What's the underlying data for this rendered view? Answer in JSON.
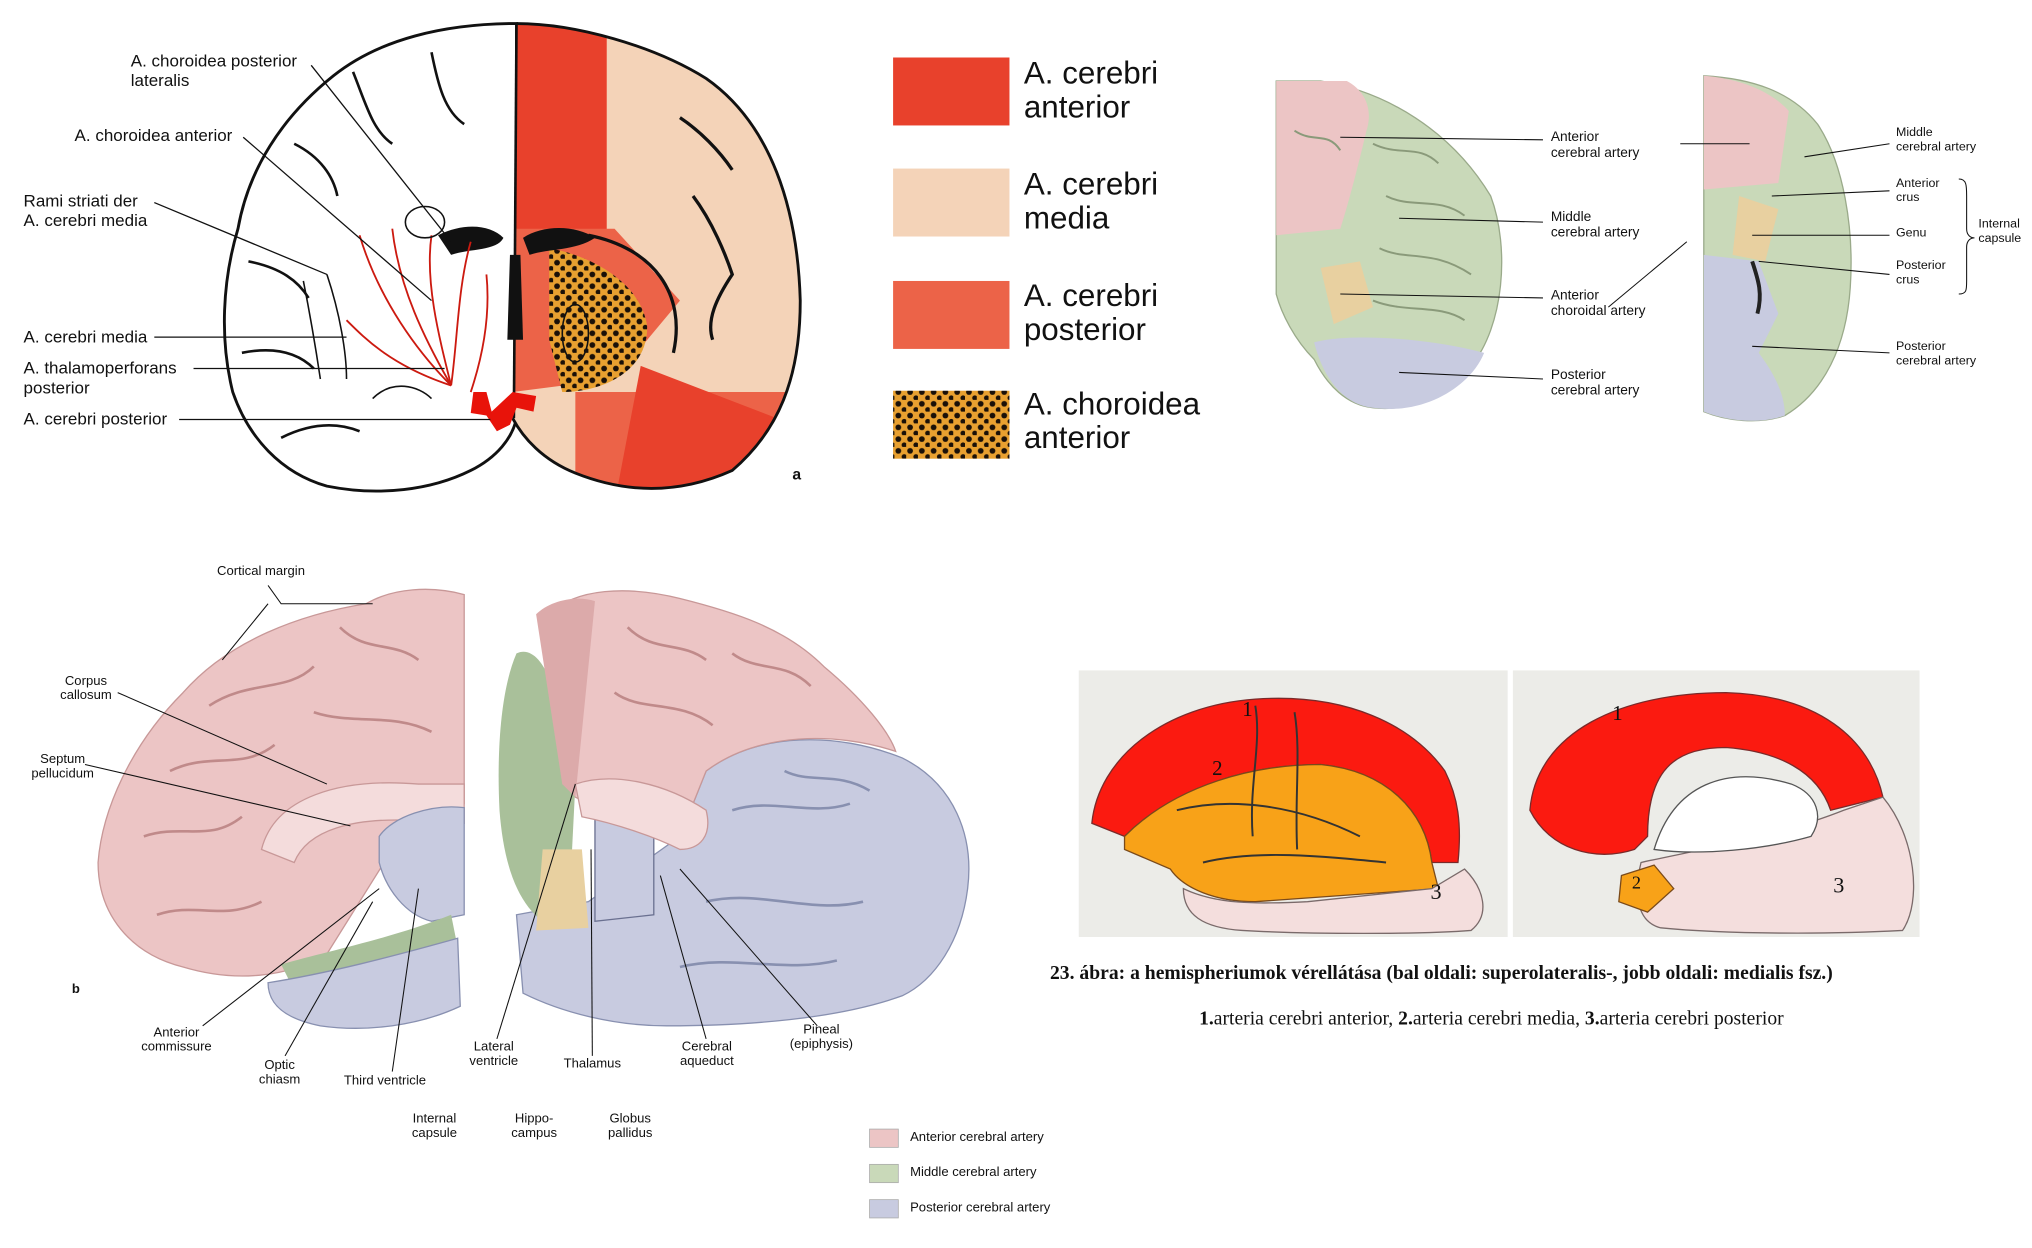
{
  "colors": {
    "anterior_red": "#e8412c",
    "media_beige": "#f4d3b8",
    "posterior_red": "#ec6348",
    "choroidea": "#e8a030",
    "aca_pink": "#ecc5c5",
    "mca_green": "#c9d9b9",
    "pca_lavender": "#c8cbe0",
    "drawing_red": "#fb0000",
    "drawing_orange": "#f8a218"
  },
  "panel_a": {
    "panel_letter": "a",
    "labels": {
      "choroidea_post_lat": "A. choroidea posterior\nlateralis",
      "choroidea_ant": "A. choroidea anterior",
      "rami_striati": "Rami striati der\nA. cerebri media",
      "cerebri_media": "A. cerebri media",
      "thalamoperforans": "A. thalamoperforans\nposterior",
      "cerebri_posterior": "A. cerebri posterior"
    }
  },
  "legend_a": [
    {
      "text": "A. cerebri\nanterior",
      "icon": "solid-red-swatch"
    },
    {
      "text": "A. cerebri\nmedia",
      "icon": "beige-swatch"
    },
    {
      "text": "A. cerebri\nposterior",
      "icon": "salmon-swatch"
    },
    {
      "text": "A. choroidea\nanterior",
      "icon": "dotted-swatch"
    }
  ],
  "panel_tr": {
    "labels": {
      "aca": "Anterior\ncerebral artery",
      "mca": "Middle\ncerebral artery",
      "achor": "Anterior\nchoroidal artery",
      "pca": "Posterior\ncerebral artery",
      "r_mca": "Middle\ncerebral artery",
      "ant_crus": "Anterior\ncrus",
      "genu": "Genu",
      "post_crus": "Posterior\ncrus",
      "internal_capsule": "Internal\ncapsule",
      "r_pca": "Posterior\ncerebral artery"
    }
  },
  "panel_b": {
    "panel_letter": "b",
    "labels": {
      "cortical_margin": "Cortical margin",
      "corpus_callosum": "Corpus\ncallosum",
      "septum": "Septum\npellucidum",
      "ant_commissure": "Anterior\ncommissure",
      "optic_chiasm": "Optic\nchiasm",
      "third_ventricle": "Third ventricle",
      "lateral_ventricle": "Lateral\nventricle",
      "thalamus": "Thalamus",
      "cerebral_aqueduct": "Cerebral\naqueduct",
      "pineal": "Pineal\n(epiphysis)",
      "internal_capsule": "Internal\ncapsule",
      "hippocampus": "Hippo-\ncampus",
      "globus_pallidus": "Globus\npallidus"
    },
    "legend": [
      {
        "text": "Anterior cerebral artery"
      },
      {
        "text": "Middle cerebral artery"
      },
      {
        "text": "Posterior cerebral artery"
      }
    ]
  },
  "panel_br": {
    "numbers": {
      "n1": "1",
      "n2": "2",
      "n3": "3"
    },
    "caption_title": "23. ábra: a hemispheriumok vérellátása (bal oldali: superolateralis-, jobb oldali: medialis fsz.)",
    "caption_items": [
      {
        "num": "1.",
        "text": "arteria cerebri anterior, "
      },
      {
        "num": "2.",
        "text": "arteria cerebri media, "
      },
      {
        "num": "3.",
        "text": "arteria cerebri posterior"
      }
    ]
  }
}
